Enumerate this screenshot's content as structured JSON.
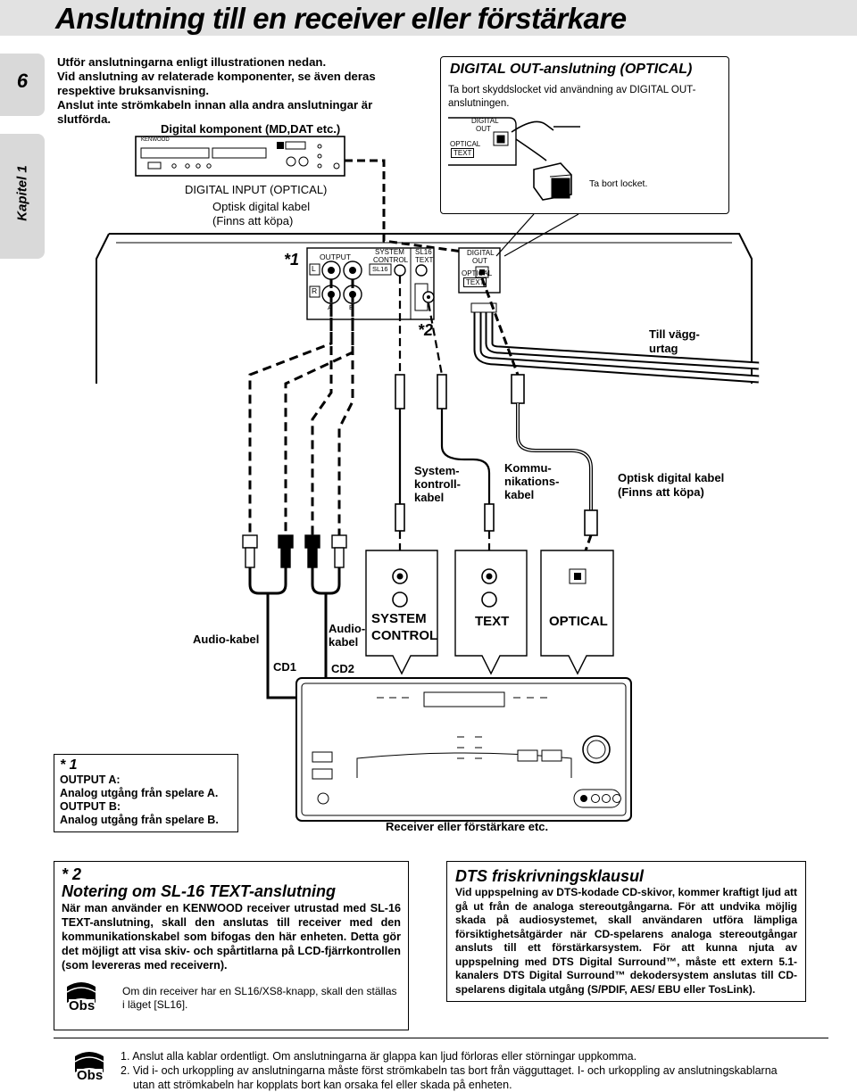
{
  "header": {
    "title": "Anslutning till en receiver eller förstärkare",
    "page_number": "6",
    "chapter": "Kapitel 1"
  },
  "intro": {
    "lines": [
      "Utför anslutningarna enligt illustrationen nedan.",
      "Vid anslutning av relaterade komponenter, se även deras",
      "respektive bruksanvisning.",
      "Anslut inte strömkabeln innan alla andra anslutningar är",
      "slutförda."
    ]
  },
  "diagram": {
    "digital_component": "Digital komponent (MD,DAT etc.)",
    "kenwood_logo": "KENWOOD",
    "digital_input": "DIGITAL INPUT (OPTICAL)",
    "optical_cable_1": "Optisk digital kabel",
    "optical_cable_1_note": "(Finns att köpa)",
    "digital_out_box": {
      "title": "DIGITAL OUT-anslutning (OPTICAL)",
      "text_line1": "Ta bort skyddslocket vid användning av DIGITAL OUT-",
      "text_line2": "anslutningen.",
      "jack_digital": "DIGITAL",
      "jack_out": "OUT",
      "jack_optical": "OPTICAL",
      "jack_text": "TEXT",
      "remove_cap": "Ta bort locket."
    },
    "rear_panel": {
      "marker1": "*1",
      "marker2": "*2",
      "output": "OUTPUT",
      "left": "L",
      "right": "R",
      "a": "A",
      "b": "B",
      "system": "SYSTEM",
      "control": "CONTROL",
      "sl16": "SL16",
      "sl16_text": "TEXT",
      "sl16_badge": "SL16",
      "digital": "DIGITAL",
      "out": "OUT",
      "optical": "OPTICAL",
      "text_badge": "TEXT"
    },
    "wall_outlet_line1": "Till vägg-",
    "wall_outlet_line2": "urtag",
    "system_cable": [
      "System-",
      "kontroll-",
      "kabel"
    ],
    "comm_cable": [
      "Kommu-",
      "nikations-",
      "kabel"
    ],
    "optical_cable_2": "Optisk digital kabel",
    "optical_cable_2_note": "(Finns att köpa)",
    "audio_cable_left": "Audio-kabel",
    "audio_cable_right": [
      "Audio-",
      "kabel"
    ],
    "cd1": "CD1",
    "cd2": "CD2",
    "jack_system_line1": "SYSTEM",
    "jack_system_line2": "CONTROL",
    "jack_text_label": "TEXT",
    "jack_optical_label": "OPTICAL",
    "receiver_label": "Receiver eller förstärkare etc."
  },
  "note1": {
    "title": "* 1",
    "lines": [
      "OUTPUT A:",
      "Analog utgång från spelare A.",
      "OUTPUT B:",
      "Analog utgång från spelare B."
    ]
  },
  "note2": {
    "star": "* 2",
    "title": "Notering om SL-16 TEXT-anslutning",
    "text": "När man använder en KENWOOD receiver utrustad med SL-16 TEXT-anslutning, skall den anslutas till receiver med den kommunikationskabel som bifogas den här enheten. Detta gör det möjligt att visa skiv- och spårtitlarna på LCD-fjärrkontrollen (som levereras med receivern).",
    "obs_icon": "Obs",
    "obs_text": "Om din receiver har en SL16/XS8-knapp, skall den ställas i läget [SL16]."
  },
  "dts": {
    "title": "DTS friskrivningsklausul",
    "text": "Vid uppspelning av DTS-kodade CD-skivor, kommer kraftigt ljud att gå ut från de analoga stereoutgångarna. För att undvika möjlig skada på audiosystemet, skall användaren utföra lämpliga försiktighetsåtgärder när CD-spelarens analoga stereoutgångar ansluts till ett förstärkarsystem. För att kunna njuta av uppspelning med DTS Digital Surround™, måste ett extern 5.1-kanalers DTS Digital Surround™ dekodersystem anslutas till CD-spelarens digitala utgång (S/PDIF, AES/ EBU eller TosLink)."
  },
  "footer": {
    "obs_icon": "Obs",
    "lines": [
      "1. Anslut alla kablar ordentligt. Om anslutningarna är glappa kan ljud förloras eller störningar uppkomma.",
      "2. Vid i- och urkoppling av anslutningarna måste först strömkabeln tas bort från vägguttaget. I- och urkoppling av anslutningskablarna",
      "utan att strömkabeln har kopplats bort kan orsaka fel eller skada på enheten."
    ]
  }
}
